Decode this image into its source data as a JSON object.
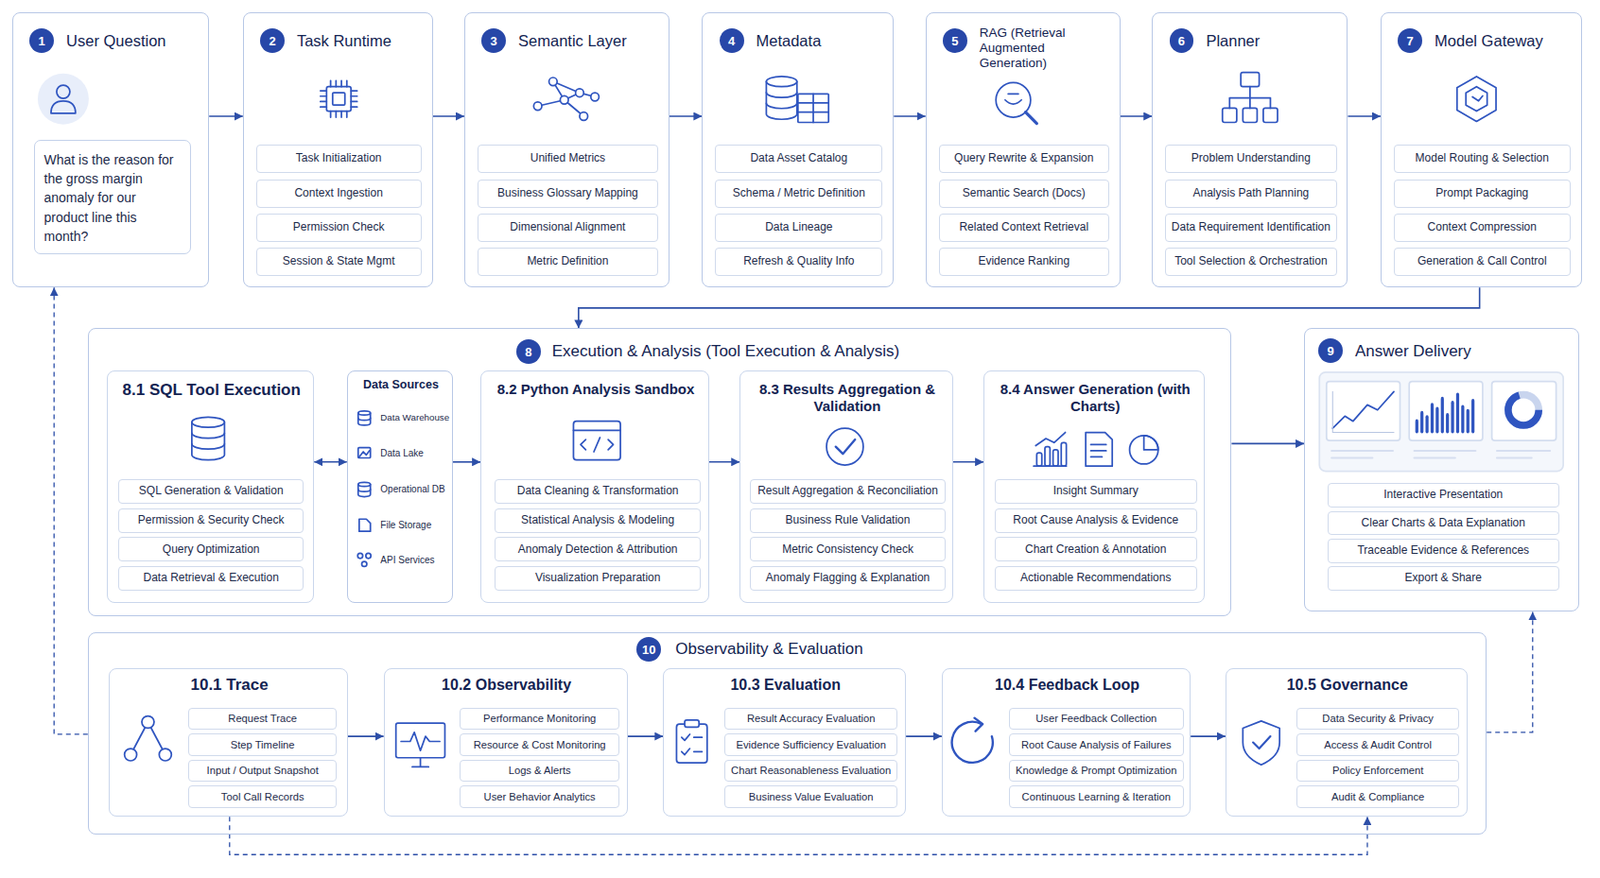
{
  "diagram": {
    "nodes": [
      {
        "text": [
          "User Question"
        ]
      },
      {
        "text": [
          "1"
        ],
        "in": 0
      },
      {
        "text": [
          "What is the reason for the gross margin anomaly for our product line this month?"
        ],
        "in": 0
      },
      {
        "text": [
          "Task Runtime"
        ]
      },
      {
        "text": [
          "2"
        ],
        "in": 3
      },
      {
        "text": [
          "Task Initialization"
        ],
        "in": 3
      },
      {
        "text": [
          "Context Ingestion"
        ],
        "in": 3
      },
      {
        "text": [
          "Permission Check"
        ],
        "in": 3
      },
      {
        "text": [
          "Session & State Mgmt"
        ],
        "in": 3
      },
      {
        "text": [
          "Semantic Layer"
        ]
      },
      {
        "text": [
          "3"
        ],
        "in": 9
      },
      {
        "text": [
          "Unified Metrics"
        ],
        "in": 9
      },
      {
        "text": [
          "Business Glossary Mapping"
        ],
        "in": 9
      },
      {
        "text": [
          "Dimensional Alignment"
        ],
        "in": 9
      },
      {
        "text": [
          "Metric Definition"
        ],
        "in": 9
      },
      {
        "text": [
          "Metadata"
        ]
      },
      {
        "text": [
          "4"
        ],
        "in": 15
      },
      {
        "text": [
          "Data Asset Catalog"
        ],
        "in": 15
      },
      {
        "text": [
          "Schema / Metric Definition"
        ],
        "in": 15
      },
      {
        "text": [
          "Data Lineage"
        ],
        "in": 15
      },
      {
        "text": [
          "Refresh & Quality Info"
        ],
        "in": 15
      },
      {
        "text": [
          "RAG (Retrieval Augmented Generation)"
        ]
      },
      {
        "text": [
          "5"
        ],
        "in": 21
      },
      {
        "text": [
          "Query Rewrite & Expansion"
        ],
        "in": 21
      },
      {
        "text": [
          "Semantic Search (Docs)"
        ],
        "in": 21
      },
      {
        "text": [
          "Related Context Retrieval"
        ],
        "in": 21
      },
      {
        "text": [
          "Evidence Ranking"
        ],
        "in": 21
      },
      {
        "text": [
          "Planner"
        ]
      },
      {
        "text": [
          "6"
        ],
        "in": 27
      },
      {
        "text": [
          "Problem Understanding"
        ],
        "in": 27
      },
      {
        "text": [
          "Analysis Path Planning"
        ],
        "in": 27
      },
      {
        "text": [
          "Data Requirement Identification"
        ],
        "in": 27
      },
      {
        "text": [
          "Tool Selection & Orchestration"
        ],
        "in": 27
      },
      {
        "text": [
          "Model Gateway"
        ]
      },
      {
        "text": [
          "7"
        ],
        "in": 33
      },
      {
        "text": [
          "Model Routing & Selection"
        ],
        "in": 33
      },
      {
        "text": [
          "Prompt Packaging"
        ],
        "in": 33
      },
      {
        "text": [
          "Context Compression"
        ],
        "in": 33
      },
      {
        "text": [
          "Generation & Call Control"
        ],
        "in": 33
      },
      {
        "text": [
          "Execution & Analysis (Tool Execution & Analysis)"
        ]
      },
      {
        "text": [
          "8"
        ],
        "in": 39
      },
      {
        "text": [
          "8.1 SQL Tool Execution"
        ],
        "in": 39
      },
      {
        "text": [
          "SQL Generation & Validation"
        ],
        "in": 41
      },
      {
        "text": [
          "Permission & Security Check"
        ],
        "in": 41
      },
      {
        "text": [
          "Query Optimization"
        ],
        "in": 41
      },
      {
        "text": [
          "Data Retrieval & Execution"
        ],
        "in": 41
      },
      {
        "text": [
          "Data Sources",
          "Data Warehouse",
          "Data Lake",
          "Operational DB",
          "File Storage",
          "API Services"
        ],
        "in": 39
      },
      {
        "text": [
          "8.2 Python Analysis Sandbox"
        ],
        "in": 39
      },
      {
        "text": [
          "Data Cleaning & Transformation"
        ],
        "in": 47
      },
      {
        "text": [
          "Statistical Analysis & Modeling"
        ],
        "in": 47
      },
      {
        "text": [
          "Anomaly Detection & Attribution"
        ],
        "in": 47
      },
      {
        "text": [
          "Visualization Preparation"
        ],
        "in": 47
      },
      {
        "text": [
          "8.3 Results Aggregation & Validation"
        ],
        "in": 39
      },
      {
        "text": [
          "Result Aggregation & Reconciliation"
        ],
        "in": 52
      },
      {
        "text": [
          "Business Rule Validation"
        ],
        "in": 52
      },
      {
        "text": [
          "Metric Consistency Check"
        ],
        "in": 52
      },
      {
        "text": [
          "Anomaly Flagging & Explanation"
        ],
        "in": 52
      },
      {
        "text": [
          "8.4 Answer Generation (with Charts)"
        ],
        "in": 39
      },
      {
        "text": [
          "Insight Summary"
        ],
        "in": 57
      },
      {
        "text": [
          "Root Cause Analysis & Evidence"
        ],
        "in": 57
      },
      {
        "text": [
          "Chart Creation & Annotation"
        ],
        "in": 57
      },
      {
        "text": [
          "Actionable Recommendations"
        ],
        "in": 57
      },
      {
        "text": [
          "Answer Delivery"
        ]
      },
      {
        "text": [
          "9"
        ],
        "in": 62
      },
      {
        "text": [
          "Interactive Presentation"
        ],
        "in": 62
      },
      {
        "text": [
          "Clear Charts & Data Explanation"
        ],
        "in": 62
      },
      {
        "text": [
          "Traceable Evidence & References"
        ],
        "in": 62
      },
      {
        "text": [
          "Export & Share"
        ],
        "in": 62
      },
      {
        "text": [
          "Observability & Evaluation"
        ]
      },
      {
        "text": [
          "10"
        ],
        "in": 68
      },
      {
        "text": [
          "10.1 Trace"
        ],
        "in": 68
      },
      {
        "text": [
          "Request Trace"
        ],
        "in": 70
      },
      {
        "text": [
          "Step Timeline"
        ],
        "in": 70
      },
      {
        "text": [
          "Input / Output Snapshot"
        ],
        "in": 70
      },
      {
        "text": [
          "Tool Call Records"
        ],
        "in": 70
      },
      {
        "text": [
          "10.2 Observability"
        ],
        "in": 68
      },
      {
        "text": [
          "Performance Monitoring"
        ],
        "in": 75
      },
      {
        "text": [
          "Resource & Cost Monitoring"
        ],
        "in": 75
      },
      {
        "text": [
          "Logs & Alerts"
        ],
        "in": 75
      },
      {
        "text": [
          "User Behavior Analytics"
        ],
        "in": 75
      },
      {
        "text": [
          "10.3 Evaluation"
        ],
        "in": 68
      },
      {
        "text": [
          "Result Accuracy Evaluation"
        ],
        "in": 80
      },
      {
        "text": [
          "Evidence Sufficiency Evaluation"
        ],
        "in": 80
      },
      {
        "text": [
          "Chart Reasonableness Evaluation"
        ],
        "in": 80
      },
      {
        "text": [
          "Business Value Evaluation"
        ],
        "in": 80
      },
      {
        "text": [
          "10.4 Feedback Loop"
        ],
        "in": 68
      },
      {
        "text": [
          "User Feedback Collection"
        ],
        "in": 85
      },
      {
        "text": [
          "Root Cause Analysis of Failures"
        ],
        "in": 85
      },
      {
        "text": [
          "Knowledge & Prompt Optimization"
        ],
        "in": 85
      },
      {
        "text": [
          "Continuous Learning & Iteration"
        ],
        "in": 85
      },
      {
        "text": [
          "10.5 Governance"
        ],
        "in": 68
      },
      {
        "text": [
          "Data Security & Privacy"
        ],
        "in": 90
      },
      {
        "text": [
          "Access & Audit Control"
        ],
        "in": 90
      },
      {
        "text": [
          "Policy Enforcement"
        ],
        "in": 90
      },
      {
        "text": [
          "Audit & Compliance"
        ],
        "in": 90
      }
    ],
    "edges": [
      {
        "from": 0,
        "to": 3,
        "arrow": "to"
      },
      {
        "from": 3,
        "to": 9,
        "arrow": "to"
      },
      {
        "from": 9,
        "to": 15,
        "arrow": "to"
      },
      {
        "from": 15,
        "to": 21,
        "arrow": "to"
      },
      {
        "from": 21,
        "to": 27,
        "arrow": "to"
      },
      {
        "from": 27,
        "to": 33,
        "arrow": "to"
      },
      {
        "from": 33,
        "to": 39,
        "arrow": "to"
      },
      {
        "from": 41,
        "to": 46,
        "arrow": "both"
      },
      {
        "from": 46,
        "to": 47,
        "arrow": "to"
      },
      {
        "from": 47,
        "to": 52,
        "arrow": "to"
      },
      {
        "from": 52,
        "to": 57,
        "arrow": "to"
      },
      {
        "from": 39,
        "to": 62,
        "arrow": "to"
      },
      {
        "from": 70,
        "to": 75,
        "arrow": "to"
      },
      {
        "from": 75,
        "to": 80,
        "arrow": "to"
      },
      {
        "from": 80,
        "to": 85,
        "arrow": "to"
      },
      {
        "from": 85,
        "to": 90,
        "arrow": "to"
      },
      {
        "from": 68,
        "to": 0,
        "arrow": "to"
      },
      {
        "from": 68,
        "to": 62,
        "arrow": "to"
      },
      {
        "from": 70,
        "to": 90,
        "arrow": "to"
      }
    ]
  }
}
